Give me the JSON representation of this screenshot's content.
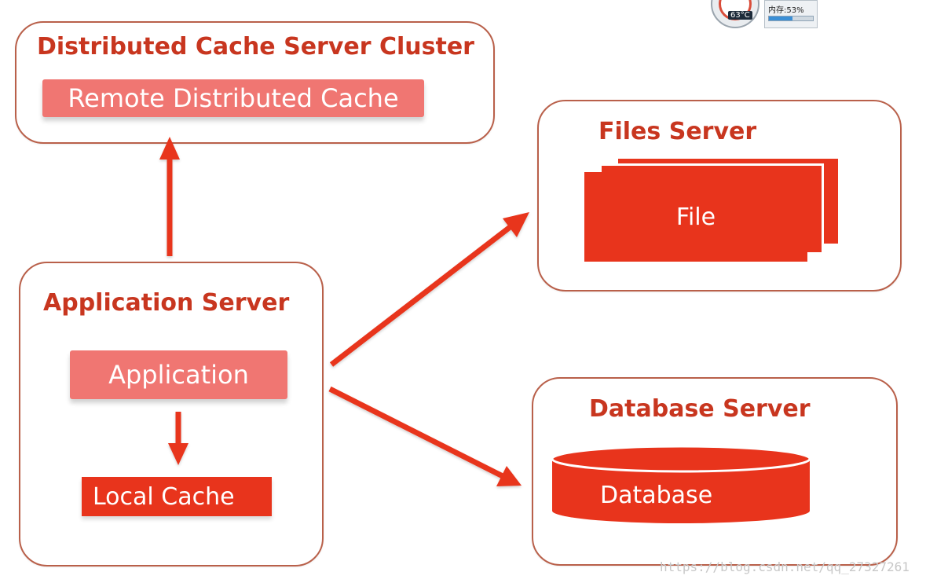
{
  "cache_cluster": {
    "title": "Distributed Cache Server Cluster",
    "remote_cache_label": "Remote Distributed Cache"
  },
  "files_server": {
    "title": "Files Server",
    "file_label": "File"
  },
  "app_server": {
    "title": "Application Server",
    "application_label": "Application",
    "local_cache_label": "Local Cache"
  },
  "database_server": {
    "title": "Database Server",
    "database_label": "Database"
  },
  "system_gadget": {
    "temperature": "63°C",
    "memory_text": "内存:53%",
    "memory_fraction": 0.53
  },
  "watermark": "https://blog.csdn.net/qq_27327261",
  "colors": {
    "accent": "#e8341c",
    "title": "#c8361f",
    "pill": "#f07672",
    "border": "#b9604a"
  }
}
